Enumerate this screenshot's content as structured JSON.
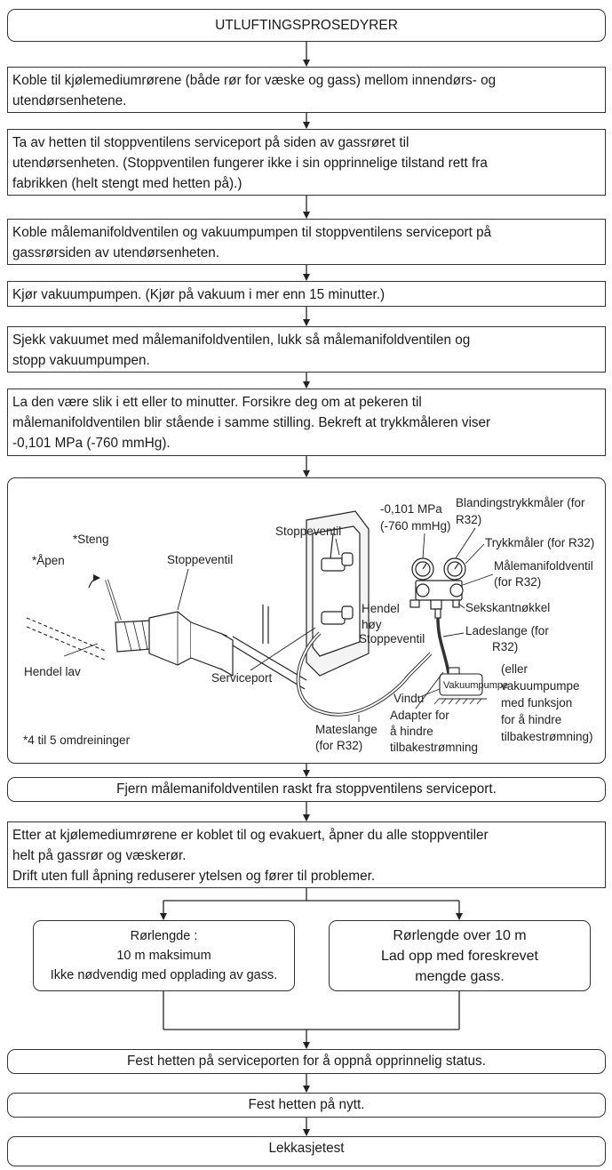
{
  "title": "UTLUFTINGSPROSEDYRER",
  "steps": {
    "connect": [
      "Koble til kjølemediumrørene (både rør for væske og gass) mellom innendørs- og",
      "utendørsenhetene."
    ],
    "cap": [
      "Ta av hetten til stoppventilens serviceport på siden av gassrøret til",
      "utendørsenheten. (Stoppventilen fungerer ikke i sin opprinnelige tilstand rett fra",
      "fabrikken (helt stengt med hetten på).)"
    ],
    "manifold": [
      "Koble målemanifoldventilen og vakuumpumpen til stoppventilens serviceport på",
      "gassrørsiden av utendørsenheten."
    ],
    "run_pump": [
      "Kjør vakuumpumpen. (Kjør på vakuum i mer enn 15 minutter.)"
    ],
    "check": [
      "Sjekk vakuumet med målemanifoldventilen, lukk så målemanifoldventilen og",
      "stopp vakuumpumpen."
    ],
    "wait": [
      "La den være slik i ett eller to minutter. Forsikre deg om at pekeren til",
      "målemanifoldventilen blir stående i samme stilling. Bekreft at trykkmåleren viser",
      "-0,101 MPa (-760 mmHg)."
    ],
    "remove": "Fjern målemanifoldventilen raskt fra stoppventilens serviceport.",
    "open_all": [
      "Etter at kjølemediumrørene er koblet til og evakuert, åpner du alle stoppventiler",
      "helt på gassrør og væskerør.",
      "Drift uten full åpning reduserer ytelsen og fører til problemer."
    ],
    "refit": "Fest hetten på serviceporten for å oppnå opprinnelig status.",
    "refit2": "Fest hetten på nytt.",
    "leak": "Lekkasjetest"
  },
  "branches": {
    "short": [
      "Rørlengde :",
      "10 m maksimum",
      "Ikke nødvendig med opplading av gass."
    ],
    "long": [
      "Rørlengde over 10 m",
      "Lad opp med foreskrevet",
      "mengde gass."
    ]
  },
  "diagram": {
    "labels": {
      "steng": "*Steng",
      "apen": "*Åpen",
      "stoppeventil_left": "Stoppeventil",
      "hendel_lav": "Hendel lav",
      "omdreininger": "*4 til 5 omdreininger",
      "stoppeventil_top": "Stoppeventil",
      "pressure": [
        "-0,101 MPa",
        "(-760 mmHg)"
      ],
      "compound_gauge": [
        "Blandingstrykkmåler (for",
        "R32)"
      ],
      "gauge": "Trykkmåler (for R32)",
      "manifold": [
        "Målemanifoldventil",
        "(for R32)"
      ],
      "hendel_hoy": [
        "Hendel",
        "høy"
      ],
      "sekskant": "Sekskantnøkkel",
      "stoppeventil_small": "Stoppeventil",
      "ladeslange": [
        "Ladeslange (for",
        "R32)"
      ],
      "serviceport": "Serviceport",
      "vakuumpumpe": "Vakuumpumpe",
      "eller": [
        "(eller",
        "vakuumpumpe",
        "med funksjon",
        "for å hindre",
        "tilbakestrømning)"
      ],
      "vindu": "Vindu",
      "adapter": [
        "Adapter for",
        "å hindre",
        "tilbakestrømning"
      ],
      "mateslange": [
        "Mateslange",
        "(for R32)"
      ]
    }
  }
}
